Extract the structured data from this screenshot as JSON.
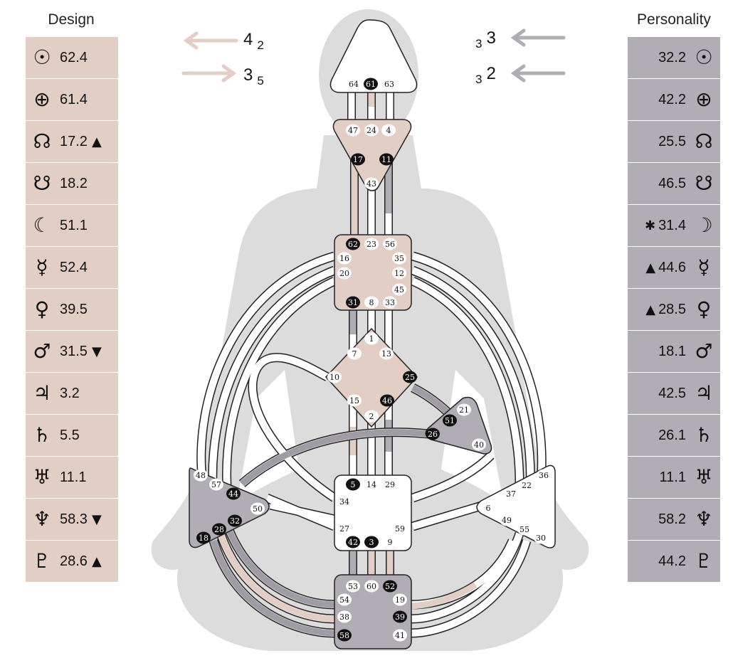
{
  "design": {
    "title": "Design",
    "rows": [
      {
        "symbol": "☉",
        "icon": "sun-icon",
        "value": "62.4",
        "mark": ""
      },
      {
        "symbol": "⊕",
        "icon": "earth-icon",
        "value": "61.4",
        "mark": ""
      },
      {
        "symbol": "☊",
        "icon": "north-node-icon",
        "value": "17.2",
        "mark": "▲"
      },
      {
        "symbol": "☋",
        "icon": "south-node-icon",
        "value": "18.2",
        "mark": ""
      },
      {
        "symbol": "☾",
        "icon": "moon-icon",
        "value": "51.1",
        "mark": ""
      },
      {
        "symbol": "☿",
        "icon": "mercury-icon",
        "value": "52.4",
        "mark": ""
      },
      {
        "symbol": "♀",
        "icon": "venus-icon",
        "value": "39.5",
        "mark": ""
      },
      {
        "symbol": "♂",
        "icon": "mars-icon",
        "value": "31.5",
        "mark": "▼"
      },
      {
        "symbol": "♃",
        "icon": "jupiter-icon",
        "value": "3.2",
        "mark": ""
      },
      {
        "symbol": "♄",
        "icon": "saturn-icon",
        "value": "5.5",
        "mark": ""
      },
      {
        "symbol": "♅",
        "icon": "uranus-icon",
        "value": "11.1",
        "mark": ""
      },
      {
        "symbol": "♆",
        "icon": "neptune-icon",
        "value": "58.3",
        "mark": "▼"
      },
      {
        "symbol": "♇",
        "icon": "pluto-icon",
        "value": "28.6",
        "mark": "▲"
      }
    ]
  },
  "personality": {
    "title": "Personality",
    "rows": [
      {
        "symbol": "☉",
        "icon": "sun-icon",
        "value": "32.2",
        "mark": ""
      },
      {
        "symbol": "⊕",
        "icon": "earth-icon",
        "value": "42.2",
        "mark": ""
      },
      {
        "symbol": "☊",
        "icon": "north-node-icon",
        "value": "25.5",
        "mark": ""
      },
      {
        "symbol": "☋",
        "icon": "south-node-icon",
        "value": "46.5",
        "mark": ""
      },
      {
        "symbol": "☽",
        "icon": "moon-icon",
        "value": "31.4",
        "mark": "✱"
      },
      {
        "symbol": "☿",
        "icon": "mercury-icon",
        "value": "44.6",
        "mark": "▲"
      },
      {
        "symbol": "♀",
        "icon": "venus-icon",
        "value": "28.5",
        "mark": "▲"
      },
      {
        "symbol": "♂",
        "icon": "mars-icon",
        "value": "18.1",
        "mark": ""
      },
      {
        "symbol": "♃",
        "icon": "jupiter-icon",
        "value": "42.5",
        "mark": ""
      },
      {
        "symbol": "♄",
        "icon": "saturn-icon",
        "value": "26.1",
        "mark": ""
      },
      {
        "symbol": "♅",
        "icon": "uranus-icon",
        "value": "11.1",
        "mark": ""
      },
      {
        "symbol": "♆",
        "icon": "neptune-icon",
        "value": "58.2",
        "mark": ""
      },
      {
        "symbol": "♇",
        "icon": "pluto-icon",
        "value": "44.2",
        "mark": ""
      }
    ]
  },
  "variables": {
    "top_left": {
      "main": "4",
      "sub": "2",
      "direction": "left"
    },
    "bottom_left": {
      "main": "3",
      "sub": "5",
      "direction": "right"
    },
    "top_right": {
      "pre": "3",
      "main": "3",
      "direction": "left"
    },
    "bottom_right": {
      "pre": "3",
      "main": "2",
      "direction": "left"
    }
  },
  "colors": {
    "design": "#e3cec6",
    "personality": "#b0adb5",
    "silhouette": "#d9d9d9",
    "active_gate": "#111111"
  },
  "centers": [
    {
      "id": "head",
      "fill": "#ffffff"
    },
    {
      "id": "ajna",
      "fill": "#e3cec6"
    },
    {
      "id": "throat",
      "fill": "#e3cec6"
    },
    {
      "id": "g",
      "fill": "#e3cec6"
    },
    {
      "id": "heart",
      "fill": "#b0adb5"
    },
    {
      "id": "spleen",
      "fill": "#b0adb5"
    },
    {
      "id": "solar-plexus",
      "fill": "#ffffff"
    },
    {
      "id": "sacral",
      "fill": "#ffffff"
    },
    {
      "id": "root",
      "fill": "#b0adb5"
    }
  ],
  "gates": [
    {
      "n": "64",
      "active": false
    },
    {
      "n": "61",
      "active": true
    },
    {
      "n": "63",
      "active": false
    },
    {
      "n": "47",
      "active": false
    },
    {
      "n": "24",
      "active": false
    },
    {
      "n": "4",
      "active": false
    },
    {
      "n": "17",
      "active": true
    },
    {
      "n": "11",
      "active": true
    },
    {
      "n": "43",
      "active": false
    },
    {
      "n": "62",
      "active": true
    },
    {
      "n": "23",
      "active": false
    },
    {
      "n": "56",
      "active": false
    },
    {
      "n": "16",
      "active": false
    },
    {
      "n": "35",
      "active": false
    },
    {
      "n": "20",
      "active": false
    },
    {
      "n": "12",
      "active": false
    },
    {
      "n": "45",
      "active": false
    },
    {
      "n": "31",
      "active": true
    },
    {
      "n": "8",
      "active": false
    },
    {
      "n": "33",
      "active": false
    },
    {
      "n": "1",
      "active": false
    },
    {
      "n": "7",
      "active": false
    },
    {
      "n": "13",
      "active": false
    },
    {
      "n": "10",
      "active": false
    },
    {
      "n": "25",
      "active": true
    },
    {
      "n": "15",
      "active": false
    },
    {
      "n": "46",
      "active": true
    },
    {
      "n": "2",
      "active": false
    },
    {
      "n": "21",
      "active": false
    },
    {
      "n": "51",
      "active": true
    },
    {
      "n": "26",
      "active": true
    },
    {
      "n": "40",
      "active": false
    },
    {
      "n": "48",
      "active": false
    },
    {
      "n": "57",
      "active": false
    },
    {
      "n": "44",
      "active": true
    },
    {
      "n": "50",
      "active": false
    },
    {
      "n": "32",
      "active": true
    },
    {
      "n": "28",
      "active": true
    },
    {
      "n": "18",
      "active": true
    },
    {
      "n": "5",
      "active": true
    },
    {
      "n": "14",
      "active": false
    },
    {
      "n": "29",
      "active": false
    },
    {
      "n": "34",
      "active": false
    },
    {
      "n": "27",
      "active": false
    },
    {
      "n": "59",
      "active": false
    },
    {
      "n": "42",
      "active": true
    },
    {
      "n": "3",
      "active": true
    },
    {
      "n": "9",
      "active": false
    },
    {
      "n": "36",
      "active": false
    },
    {
      "n": "22",
      "active": false
    },
    {
      "n": "37",
      "active": false
    },
    {
      "n": "6",
      "active": false
    },
    {
      "n": "49",
      "active": false
    },
    {
      "n": "55",
      "active": false
    },
    {
      "n": "30",
      "active": false
    },
    {
      "n": "53",
      "active": false
    },
    {
      "n": "60",
      "active": false
    },
    {
      "n": "52",
      "active": true
    },
    {
      "n": "54",
      "active": false
    },
    {
      "n": "19",
      "active": false
    },
    {
      "n": "38",
      "active": false
    },
    {
      "n": "39",
      "active": true
    },
    {
      "n": "58",
      "active": true
    },
    {
      "n": "41",
      "active": false
    }
  ]
}
